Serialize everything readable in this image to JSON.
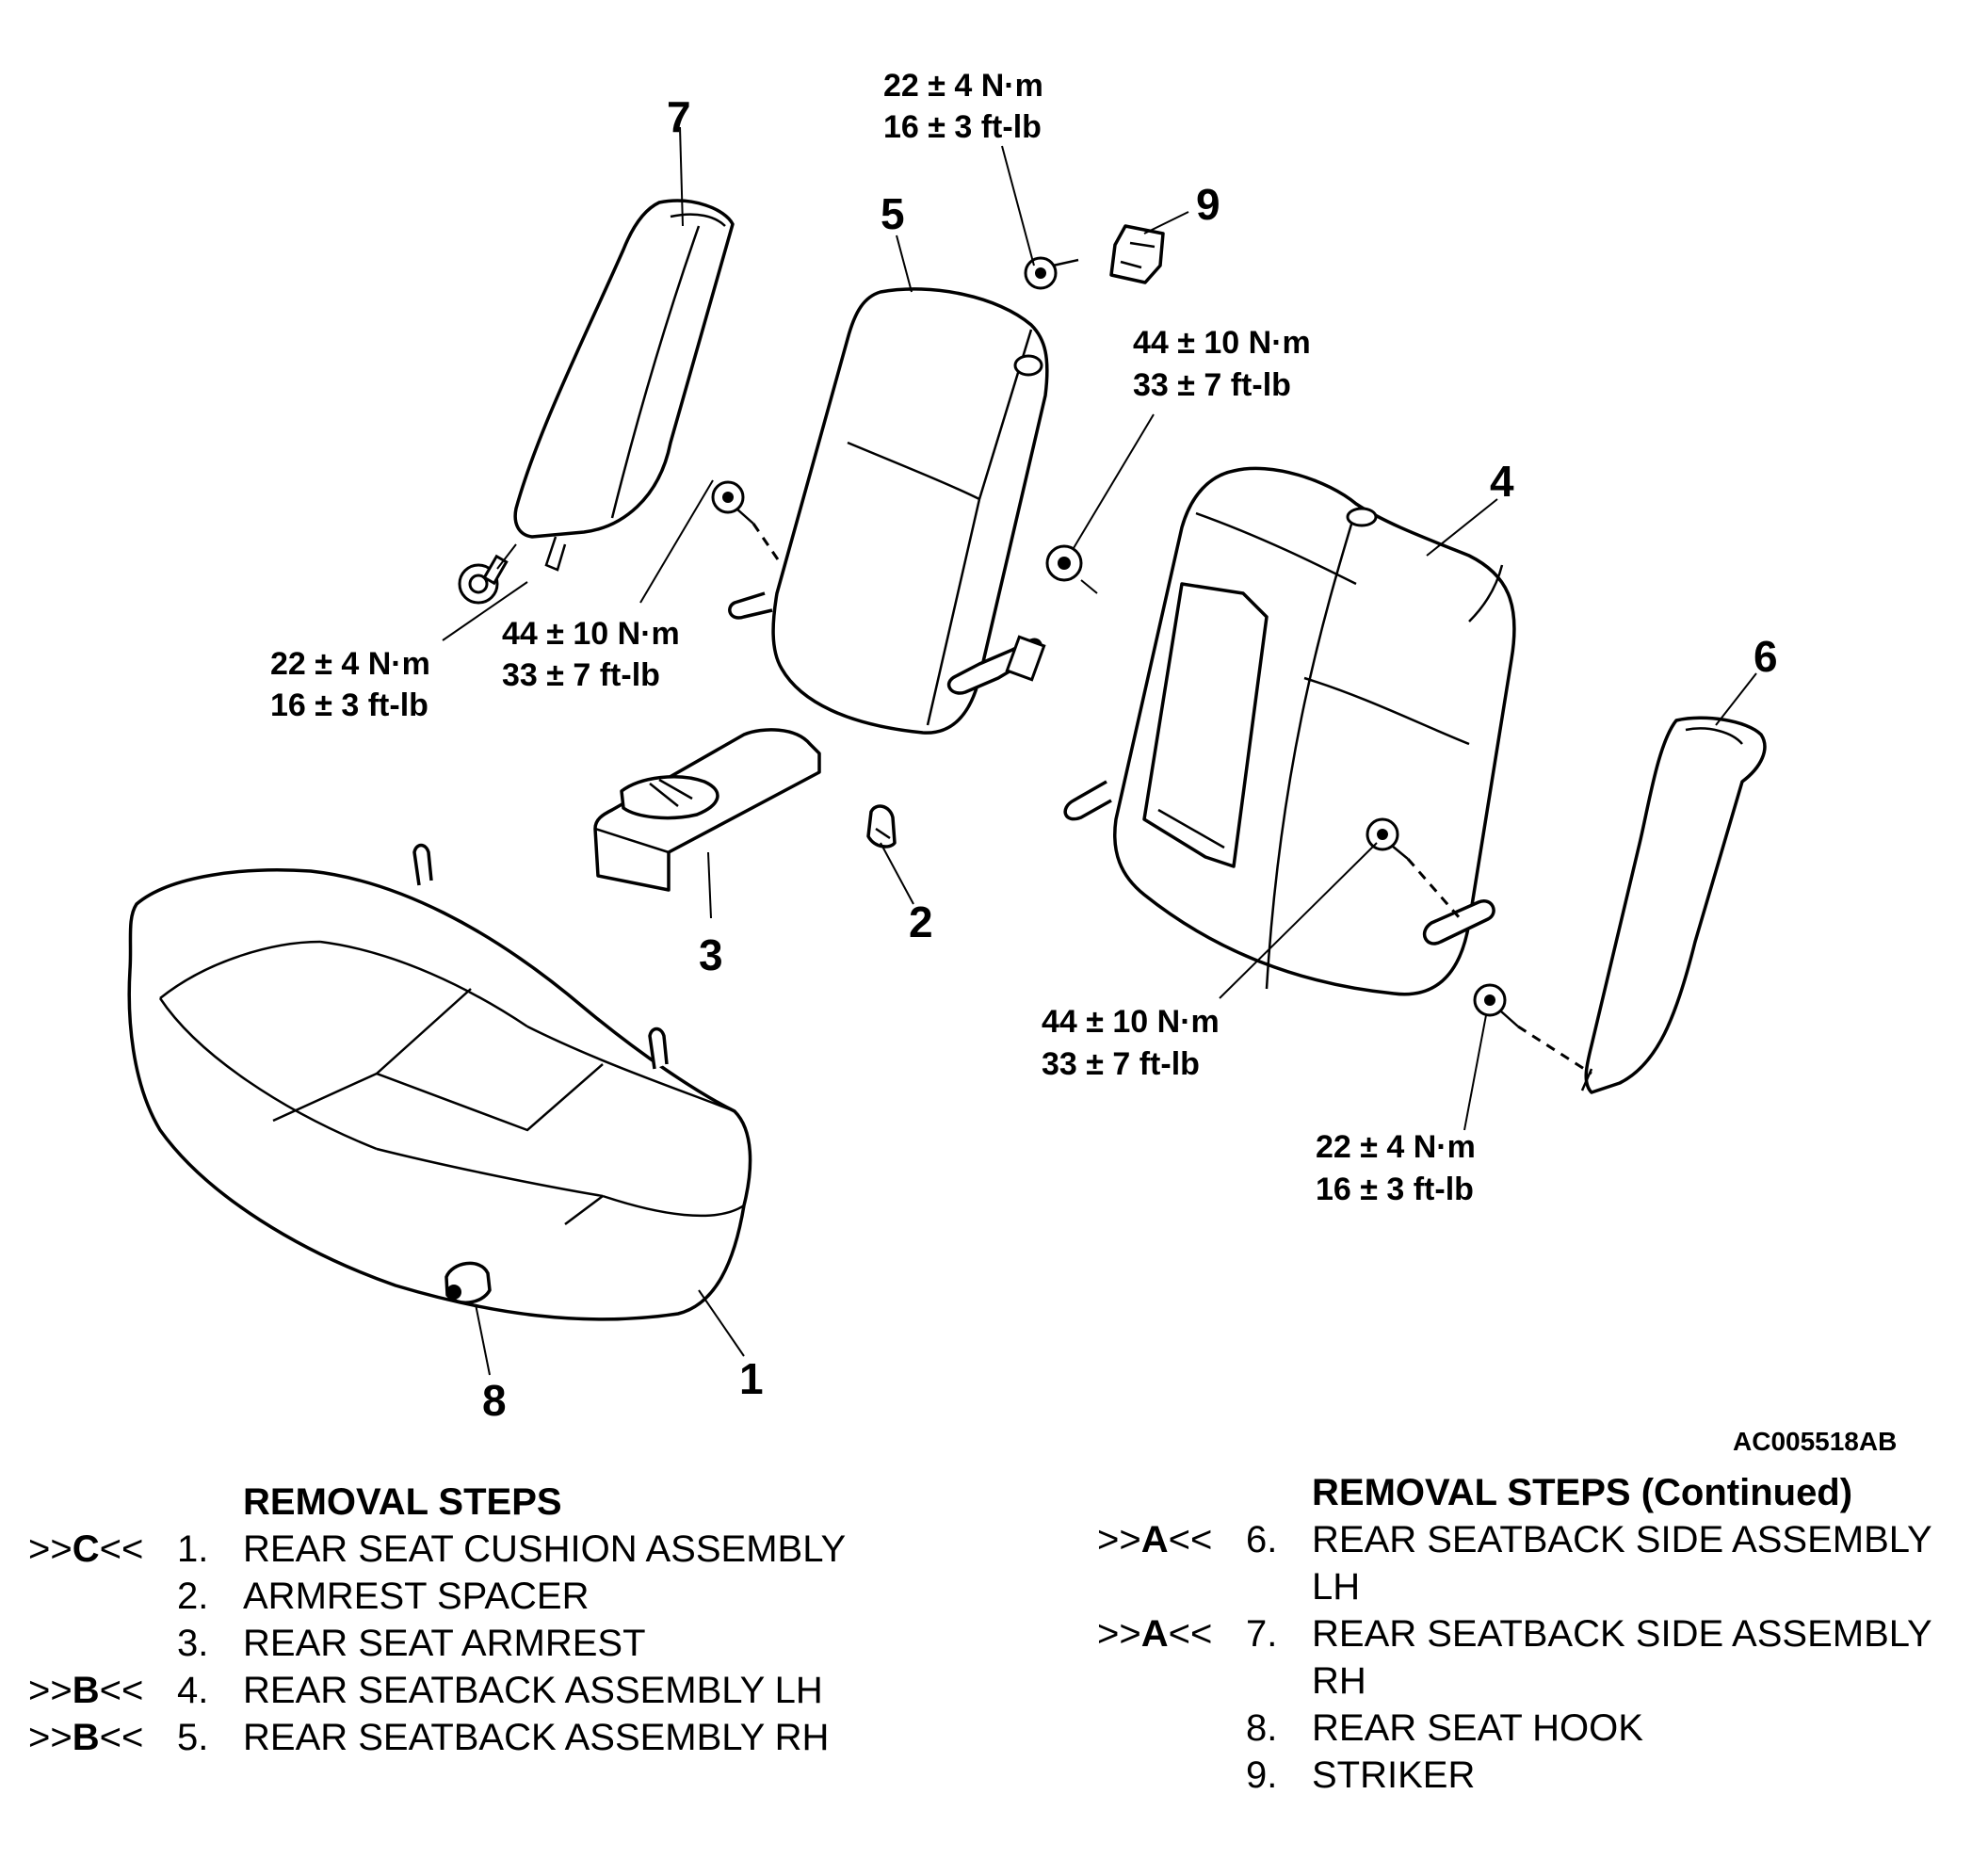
{
  "figure_id": "AC005518AB",
  "callouts": [
    "1",
    "2",
    "3",
    "4",
    "5",
    "6",
    "7",
    "8",
    "9"
  ],
  "torques": {
    "t9_a": "22 ± 4 N·m",
    "t9_b": "16 ± 3 ft-lb",
    "t5r_a": "44 ± 10 N·m",
    "t5r_b": "33 ± 7 ft-lb",
    "t7_a": "22 ± 4 N·m",
    "t7_b": "16 ± 3 ft-lb",
    "t5l_a": "44 ± 10 N·m",
    "t5l_b": "33 ± 7 ft-lb",
    "t4_a": "44 ± 10 N·m",
    "t4_b": "33 ± 7 ft-lb",
    "t6_a": "22 ± 4 N·m",
    "t6_b": "16 ± 3 ft-lb"
  },
  "removal_steps": {
    "heading": "REMOVAL STEPS",
    "items": [
      {
        "mark_pre": ">>",
        "mark_letter": "C",
        "mark_post": "<<",
        "num": "1.",
        "label": "REAR SEAT CUSHION ASSEMBLY"
      },
      {
        "mark_pre": "",
        "mark_letter": "",
        "mark_post": "",
        "num": "2.",
        "label": "ARMREST SPACER"
      },
      {
        "mark_pre": "",
        "mark_letter": "",
        "mark_post": "",
        "num": "3.",
        "label": "REAR SEAT ARMREST"
      },
      {
        "mark_pre": ">>",
        "mark_letter": "B",
        "mark_post": "<<",
        "num": "4.",
        "label": "REAR SEATBACK ASSEMBLY LH"
      },
      {
        "mark_pre": ">>",
        "mark_letter": "B",
        "mark_post": "<<",
        "num": "5.",
        "label": "REAR SEATBACK ASSEMBLY RH"
      }
    ]
  },
  "removal_steps_continued": {
    "heading": "REMOVAL STEPS (Continued)",
    "items": [
      {
        "mark_pre": ">>",
        "mark_letter": "A",
        "mark_post": "<<",
        "num": "6.",
        "label": "REAR SEATBACK SIDE ASSEMBLY",
        "label2": "LH"
      },
      {
        "mark_pre": ">>",
        "mark_letter": "A",
        "mark_post": "<<",
        "num": "7.",
        "label": "REAR SEATBACK SIDE ASSEMBLY",
        "label2": "RH"
      },
      {
        "mark_pre": "",
        "mark_letter": "",
        "mark_post": "",
        "num": "8.",
        "label": "REAR SEAT HOOK",
        "label2": ""
      },
      {
        "mark_pre": "",
        "mark_letter": "",
        "mark_post": "",
        "num": "9.",
        "label": "STRIKER",
        "label2": ""
      }
    ]
  }
}
